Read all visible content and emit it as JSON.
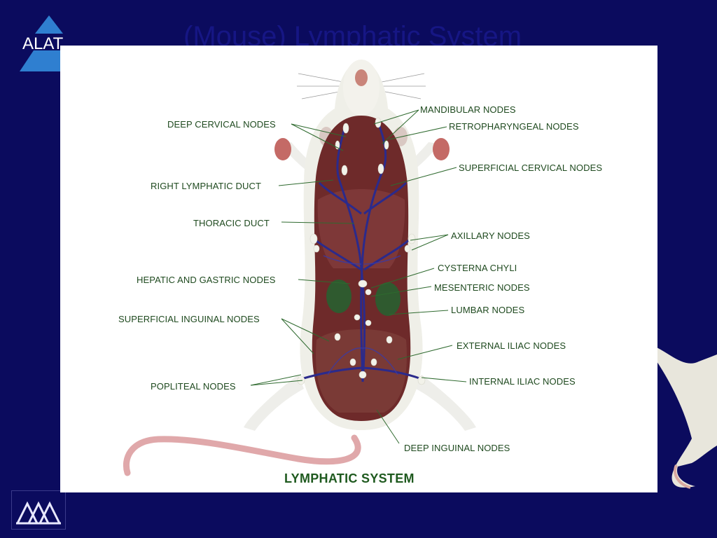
{
  "slide": {
    "title": "(Mouse) Lymphatic System",
    "logo_text": "ALAT"
  },
  "diagram": {
    "caption": "LYMPHATIC SYSTEM",
    "labels_left": [
      "DEEP CERVICAL NODES",
      "RIGHT  LYMPHATIC DUCT",
      "THORACIC DUCT",
      "HEPATIC AND GASTRIC NODES",
      "SUPERFICIAL INGUINAL NODES",
      "POPLITEAL NODES"
    ],
    "labels_right": [
      "MANDIBULAR NODES",
      "RETROPHARYNGEAL NODES",
      "SUPERFICIAL CERVICAL NODES",
      "AXILLARY NODES",
      "CYSTERNA CHYLI",
      "MESENTERIC NODES",
      "LUMBAR NODES",
      "EXTERNAL ILIAC NODES",
      "INTERNAL ILIAC NODES",
      "DEEP INGUINAL NODES"
    ]
  },
  "colors": {
    "background": "#0b0b5e",
    "label_text": "#1f4a1f",
    "lymph_vessel": "#2b2a8c",
    "node": "#f2f2ea",
    "body_cavity": "#6e2a2a",
    "kidney": "#2f5a2f"
  }
}
